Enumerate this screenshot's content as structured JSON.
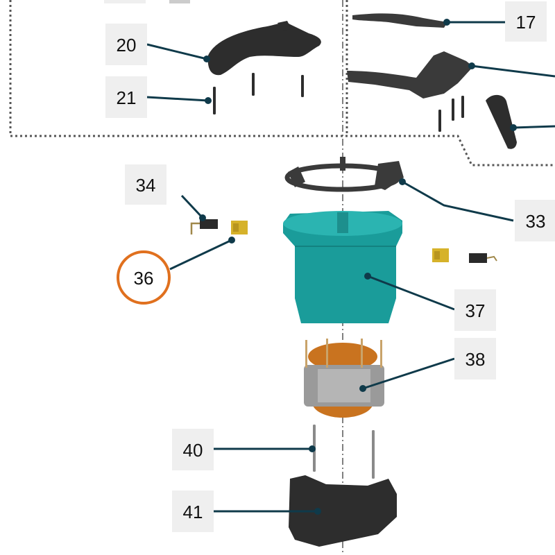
{
  "callouts": {
    "c17": "17",
    "c20": "20",
    "c21": "21",
    "c33": "33",
    "c34": "34",
    "c36": "36",
    "c37": "37",
    "c38": "38",
    "c40": "40",
    "c41": "41"
  },
  "colors": {
    "part_dark": "#2d2d2d",
    "housing_teal": "#1a9c9a",
    "coil_copper": "#c9731f",
    "stator_gray": "#9a9a9a",
    "leader_line": "#0f3a4a",
    "highlight_ring": "#e0701e",
    "brush_holder_yellow": "#d6b22a"
  },
  "highlighted_callout": "36"
}
